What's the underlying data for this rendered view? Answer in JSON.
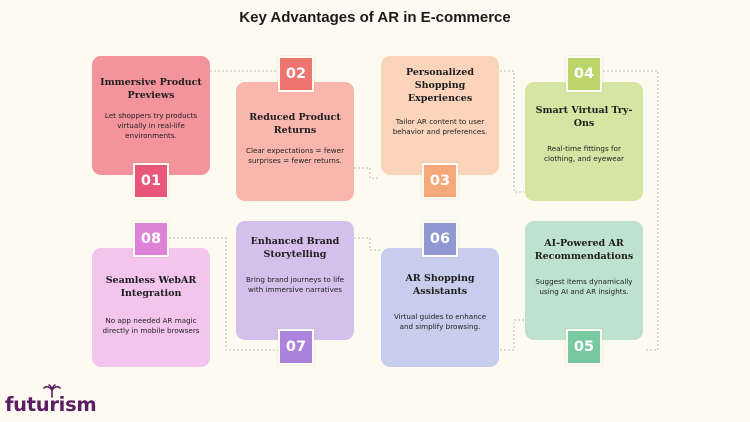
{
  "title": "Key Advantages of AR in E-commerce",
  "logo": {
    "text": "futurism",
    "icon": "palm-burst-icon",
    "color": "#5b1e63"
  },
  "cards": [
    {
      "number": "01",
      "title": "Immersive Product Previews",
      "description": "Let shoppers try products virtually in real-life environments.",
      "color": "#f3949c",
      "badge_color": "#e8577a"
    },
    {
      "number": "02",
      "title": "Reduced Product Returns",
      "description": "Clear expectations = fewer surprises = fewer returns.",
      "color": "#f8b6ae",
      "badge_color": "#ee7470"
    },
    {
      "number": "03",
      "title": "Personalized Shopping Experiences",
      "description": "Tailor AR content to user behavior and preferences.",
      "color": "#fbd4bb",
      "badge_color": "#f5a97a"
    },
    {
      "number": "04",
      "title": "Smart Virtual Try-Ons",
      "description": "Real-time fittings for clothing, and eyewear",
      "color": "#d6e5a3",
      "badge_color": "#bcd56a"
    },
    {
      "number": "05",
      "title": "AI-Powered AR Recommendations",
      "description": "Suggest items dynamically using AI and AR insights.",
      "color": "#bfe2cf",
      "badge_color": "#78c9a0"
    },
    {
      "number": "06",
      "title": "AR Shopping Assistants",
      "description": "Virtual guides to enhance and simplify browsing.",
      "color": "#c7cdec",
      "badge_color": "#8f98d2"
    },
    {
      "number": "07",
      "title": "Enhanced Brand Storytelling",
      "description": "Bring brand journeys to life with immersive narratives",
      "color": "#d5c0ec",
      "badge_color": "#ac83dc"
    },
    {
      "number": "08",
      "title": "Seamless WebAR Integration",
      "description": "No app needed AR magic directly in mobile browsers",
      "color": "#f3c5ec",
      "badge_color": "#de82d8"
    }
  ]
}
